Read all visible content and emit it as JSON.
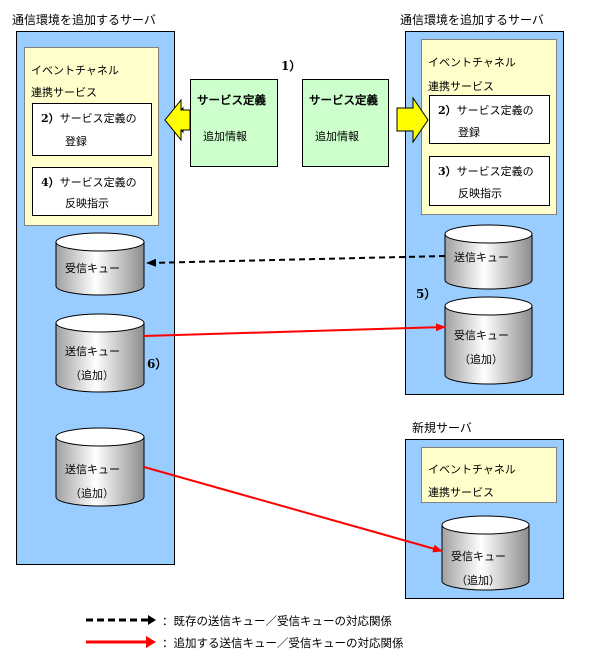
{
  "diagram": {
    "step1_label": "1）",
    "step5_label": "5）",
    "step6_label": "6）",
    "left_server": {
      "title": "通信環境を追加するサーバ",
      "service": {
        "line1": "イベントチャネル",
        "line2": "連携サービス"
      },
      "steps": [
        {
          "num": "2）",
          "line1": "サービス定義の",
          "line2": "登録"
        },
        {
          "num": "4）",
          "line1": "サービス定義の",
          "line2": "反映指示"
        }
      ],
      "queues": [
        {
          "line1": "受信キュー",
          "line2": ""
        },
        {
          "line1": "送信キュー",
          "line2": "（追加）"
        },
        {
          "line1": "送信キュー",
          "line2": "（追加）"
        }
      ]
    },
    "right_server": {
      "title": "通信環境を追加するサーバ",
      "service": {
        "line1": "イベントチャネル",
        "line2": "連携サービス"
      },
      "steps": [
        {
          "num": "2）",
          "line1": "サービス定義の",
          "line2": "登録"
        },
        {
          "num": "3）",
          "line1": "サービス定義の",
          "line2": "反映指示"
        }
      ],
      "queues": [
        {
          "line1": "送信キュー",
          "line2": ""
        },
        {
          "line1": "受信キュー",
          "line2": "（追加）"
        }
      ]
    },
    "new_server": {
      "title": "新規サーバ",
      "service": {
        "line1": "イベントチャネル",
        "line2": "連携サービス"
      },
      "queues": [
        {
          "line1": "受信キュー",
          "line2": "（追加）"
        }
      ]
    },
    "service_definitions": [
      {
        "title": "サービス定義",
        "subtitle": "追加情報"
      },
      {
        "title": "サービス定義",
        "subtitle": "追加情報"
      }
    ],
    "legend": [
      {
        "style": "dashed",
        "color": "#000000",
        "text": "：既存の送信キュー／受信キューの対応関係"
      },
      {
        "style": "solid",
        "color": "#ff0000",
        "text": "：追加する送信キュー／受信キューの対応関係"
      }
    ],
    "colors": {
      "server_bg": "#99ccff",
      "service_bg": "#ffffcc",
      "definition_bg": "#ccffcc",
      "arrow_fill": "#ffff00",
      "new_link": "#ff0000",
      "existing_link": "#000000"
    }
  }
}
